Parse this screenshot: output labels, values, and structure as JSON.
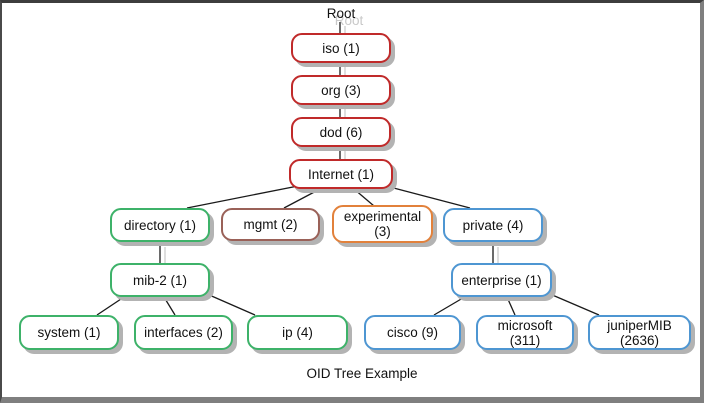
{
  "diagram": {
    "root_label": "Root",
    "caption": "OID Tree Example",
    "palette": {
      "red": "#c02a2a",
      "green": "#3db269",
      "brown": "#9a6158",
      "orange": "#e2813b",
      "blue": "#4e96d2",
      "shadow": "#b3b3b3",
      "connector": "#1a1a1a",
      "frame_dark": "#3d3d3d",
      "frame_gray": "#7f7f7f"
    },
    "nodes": {
      "iso": {
        "label": "iso (1)",
        "color": "red"
      },
      "org": {
        "label": "org (3)",
        "color": "red"
      },
      "dod": {
        "label": "dod (6)",
        "color": "red"
      },
      "internet": {
        "label": "Internet (1)",
        "color": "red"
      },
      "directory": {
        "label": "directory (1)",
        "color": "green"
      },
      "mgmt": {
        "label": "mgmt (2)",
        "color": "brown"
      },
      "experimental": {
        "label": "experimental (3)",
        "color": "orange"
      },
      "private": {
        "label": "private (4)",
        "color": "blue"
      },
      "mib2": {
        "label": "mib-2 (1)",
        "color": "green"
      },
      "enterprise": {
        "label": "enterprise (1)",
        "color": "blue"
      },
      "system": {
        "label": "system (1)",
        "color": "green"
      },
      "interfaces": {
        "label": "interfaces (2)",
        "color": "green"
      },
      "ip": {
        "label": "ip (4)",
        "color": "green"
      },
      "cisco": {
        "label": "cisco (9)",
        "color": "blue"
      },
      "microsoft": {
        "label": "microsoft (311)",
        "color": "blue"
      },
      "junipermib": {
        "label": "juniperMIB (2636)",
        "color": "blue"
      }
    },
    "edges": [
      "Root-iso",
      "iso-org",
      "org-dod",
      "dod-Internet",
      "Internet-directory",
      "Internet-mgmt",
      "Internet-experimental",
      "Internet-private",
      "directory-mib-2",
      "mib-2-system",
      "mib-2-interfaces",
      "mib-2-ip",
      "private-enterprise",
      "enterprise-cisco",
      "enterprise-microsoft",
      "enterprise-juniperMIB"
    ]
  }
}
